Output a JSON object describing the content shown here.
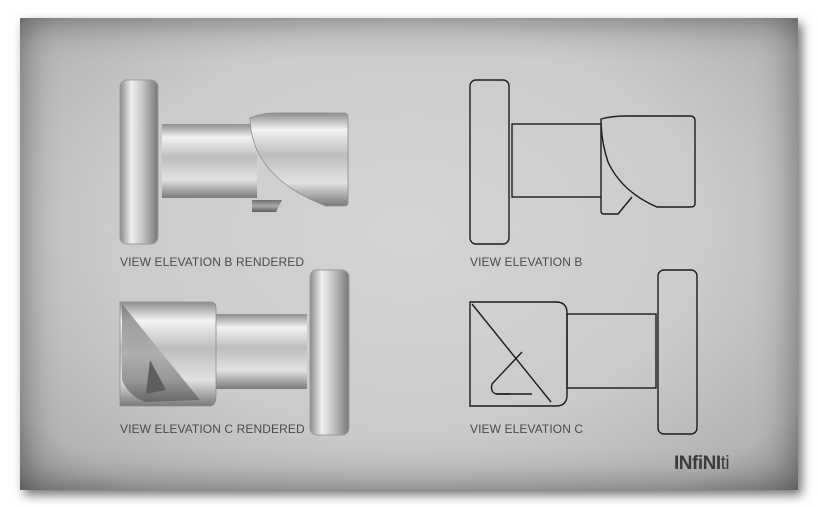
{
  "captions": {
    "b_rendered": "VIEW ELEVATION B RENDERED",
    "b_line": "VIEW ELEVATION B",
    "c_rendered": "VIEW ELEVATION C RENDERED",
    "c_line": "VIEW ELEVATION C"
  },
  "logo": {
    "part1": "INfi",
    "part2": "NI",
    "part3": "ti"
  },
  "colors": {
    "background": "#cbcbcb",
    "outline": "#1c1c1c",
    "caption": "#4a4a4a"
  }
}
